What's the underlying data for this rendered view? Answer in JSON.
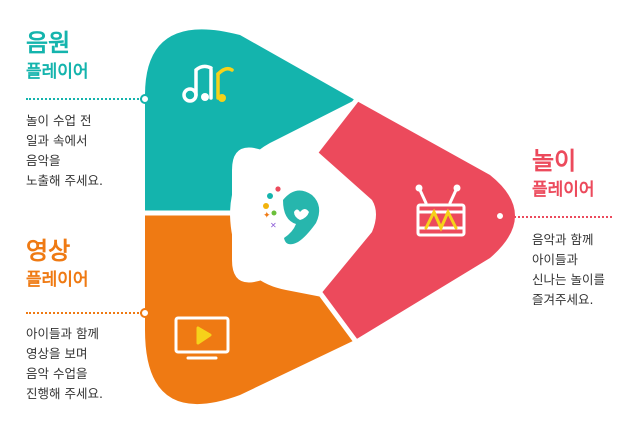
{
  "colors": {
    "music": "#14b4ad",
    "play": "#ec4a5c",
    "video": "#ef7a13",
    "mascot_body": "#27b6ad"
  },
  "music": {
    "title": "음원",
    "subtitle": "플레이어",
    "description": "놀이 수업 전\n일과 속에서\n음악을\n노출해 주세요.",
    "icon": "music-notes-icon"
  },
  "play": {
    "title": "놀이",
    "subtitle": "플레이어",
    "description": "음악과 함께\n아이들과\n신나는 놀이를\n즐겨주세요.",
    "icon": "drum-icon"
  },
  "video": {
    "title": "영상",
    "subtitle": "플레이어",
    "description": "아이들과 함께\n영상을 보며\n음악 수업을\n진행해 주세요.",
    "icon": "tv-play-icon"
  },
  "center": {
    "icon": "mascot-icon"
  }
}
